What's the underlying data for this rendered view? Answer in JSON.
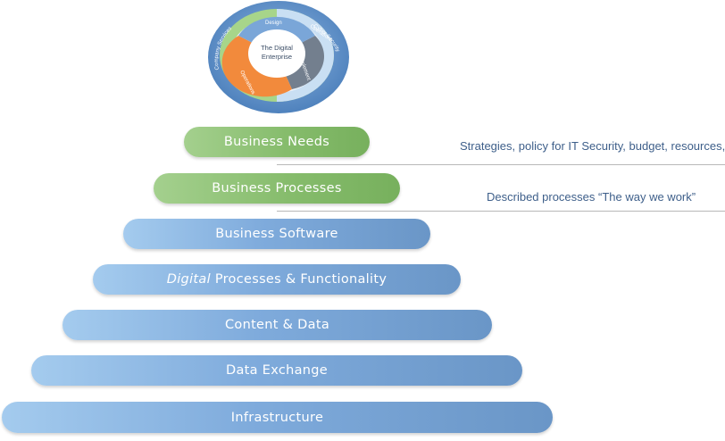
{
  "wheel": {
    "center_line1": "The Digital",
    "center_line2": "Enterprise",
    "inner_ring": [
      "Design",
      "Operations",
      "Implement",
      "Operations"
    ],
    "outer_ring": [
      "Company Services",
      "Cyber Security"
    ]
  },
  "layers": [
    {
      "id": "business-needs",
      "label": "Business Needs"
    },
    {
      "id": "business-processes",
      "label": "Business Processes"
    },
    {
      "id": "business-software",
      "label": "Business Software"
    },
    {
      "id": "digital-processes",
      "label_italic": "Digital",
      "label_rest": " Processes & Functionality"
    },
    {
      "id": "content-data",
      "label": "Content & Data"
    },
    {
      "id": "data-exchange",
      "label": "Data Exchange"
    },
    {
      "id": "infrastructure",
      "label": "Infrastructure"
    }
  ],
  "notes": {
    "business_needs": "Strategies, policy for IT Security, budget, resources,",
    "business_processes": "Described processes “The way we work”"
  },
  "colors": {
    "green_layer": "#86bc6c",
    "blue_layer": "#7fabdc",
    "note_text": "#3e5f8a",
    "ring_outer": "#5b8fc7",
    "ring_green": "#9fd07d",
    "ring_orange": "#f08a3a",
    "ring_grey": "#6f7d8f"
  }
}
